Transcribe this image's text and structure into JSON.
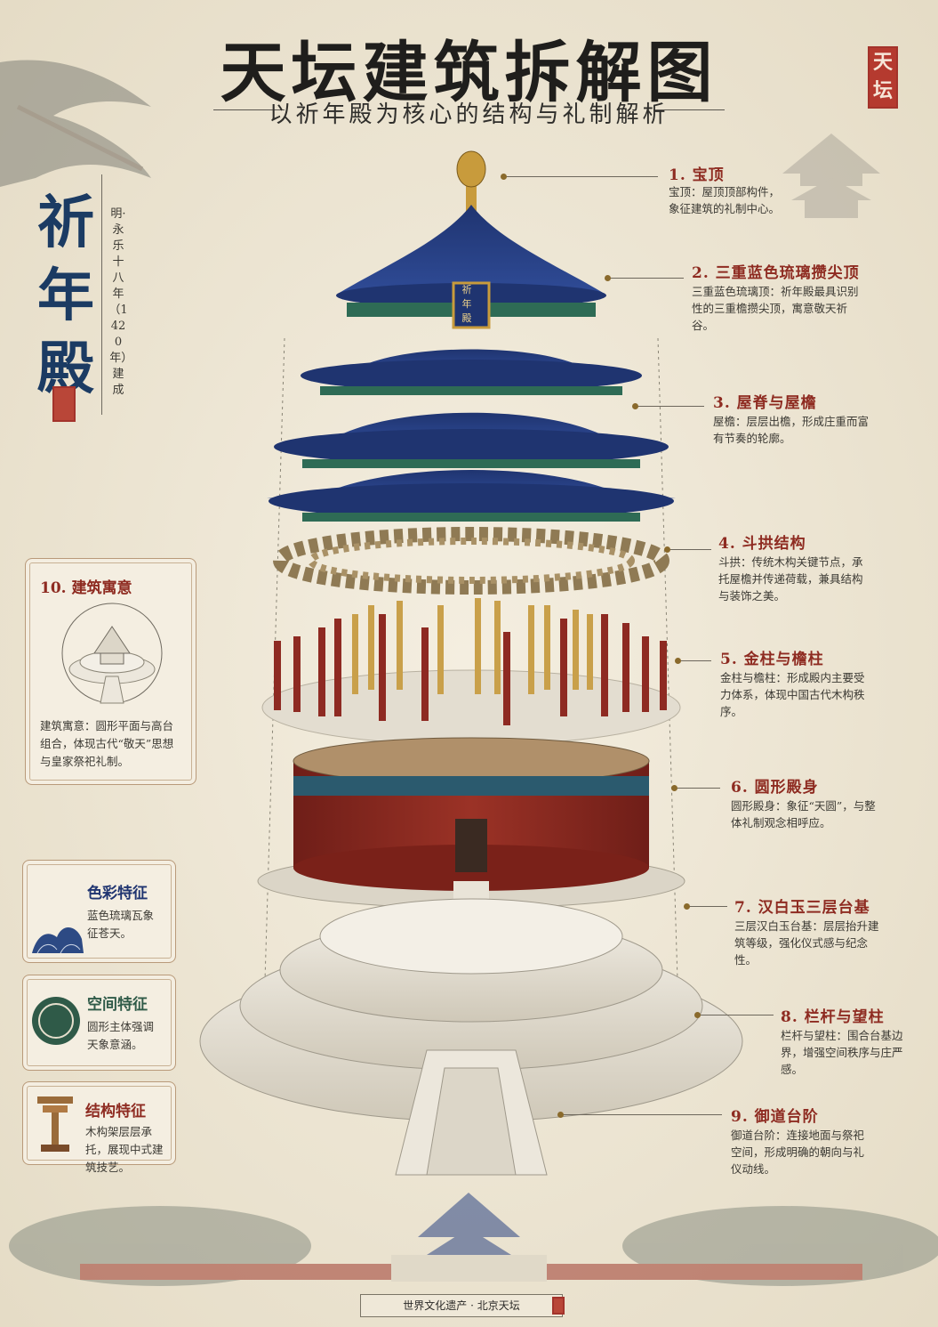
{
  "header": {
    "title": "天坛建筑拆解图",
    "subtitle": "以祈年殿为核心的结构与礼制解析",
    "seal_text": "天坛"
  },
  "side": {
    "vertical_title": "祈年殿",
    "vertical_note": "明·永乐十八年（1420年）建成"
  },
  "plaque_text": "祈年殿",
  "callouts": [
    {
      "label": "1. 宝顶",
      "desc": "宝顶：屋顶顶部构件，象征建筑的礼制中心。"
    },
    {
      "label": "2. 三重蓝色琉璃攒尖顶",
      "desc": "三重蓝色琉璃顶：祈年殿最具识别性的三重檐攒尖顶，寓意敬天祈谷。"
    },
    {
      "label": "3. 屋脊与屋檐",
      "desc": "屋檐：层层出檐，形成庄重而富有节奏的轮廓。"
    },
    {
      "label": "4. 斗拱结构",
      "desc": "斗拱：传统木构关键节点，承托屋檐并传递荷载，兼具结构与装饰之美。"
    },
    {
      "label": "5. 金柱与檐柱",
      "desc": "金柱与檐柱：形成殿内主要受力体系，体现中国古代木构秩序。"
    },
    {
      "label": "6. 圆形殿身",
      "desc": "圆形殿身：象征“天圆”，与整体礼制观念相呼应。"
    },
    {
      "label": "7. 汉白玉三层台基",
      "desc": "三层汉白玉台基：层层抬升建筑等级，强化仪式感与纪念性。"
    },
    {
      "label": "8. 栏杆与望柱",
      "desc": "栏杆与望柱：围合台基边界，增强空间秩序与庄严感。"
    },
    {
      "label": "9. 御道台阶",
      "desc": "御道台阶：连接地面与祭祀空间，形成明确的朝向与礼仪动线。"
    }
  ],
  "panels": {
    "meaning": {
      "title": "10. 建筑寓意",
      "text": "建筑寓意：圆形平面与高台组合，体现古代“敬天”思想与皇家祭祀礼制。"
    },
    "color": {
      "title": "色彩特征",
      "text": "蓝色琉璃瓦象征苍天。"
    },
    "space": {
      "title": "空间特征",
      "text": "圆形主体强调天象意涵。"
    },
    "structure": {
      "title": "结构特征",
      "text": "木构架层层承托，展现中式建筑技艺。"
    }
  },
  "footer": {
    "text": "世界文化遗产 · 北京天坛"
  },
  "colors": {
    "roof_blue": "#243a7c",
    "wall_red": "#8e2a22",
    "gold": "#c89b3c",
    "marble": "#e7e2d6",
    "accent_red": "#8e2b21"
  }
}
